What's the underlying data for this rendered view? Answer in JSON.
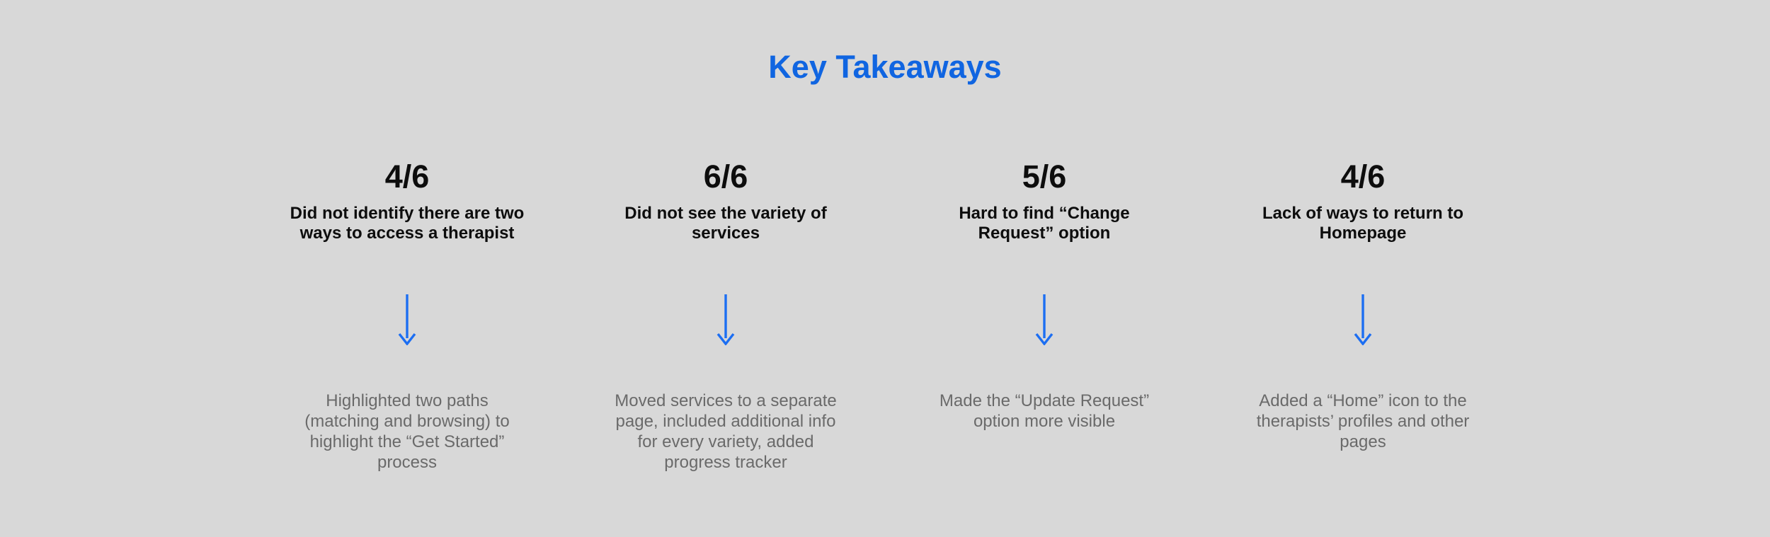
{
  "title": "Key Takeaways",
  "colors": {
    "background": "#D8D8D8",
    "title_blue": "#1065E1",
    "arrow_blue": "#1C6EF2",
    "heading_text": "#0D0D0D",
    "body_text": "#6A6A6A"
  },
  "columns": [
    {
      "score": "4/6",
      "finding": "Did not identify there are two ways to access a therapist",
      "icon": "arrow-down",
      "solution": "Highlighted two paths (matching and browsing) to highlight the “Get Started” process"
    },
    {
      "score": "6/6",
      "finding": "Did not see the variety of services",
      "icon": "arrow-down",
      "solution": "Moved services to a separate page, included additional info for every variety, added progress tracker"
    },
    {
      "score": "5/6",
      "finding": "Hard to find “Change Request” option",
      "icon": "arrow-down",
      "solution": "Made the “Update Request” option more visible"
    },
    {
      "score": "4/6",
      "finding": "Lack of ways to return to Homepage",
      "icon": "arrow-down",
      "solution": "Added a “Home” icon to the therapists’ profiles and other pages"
    }
  ]
}
